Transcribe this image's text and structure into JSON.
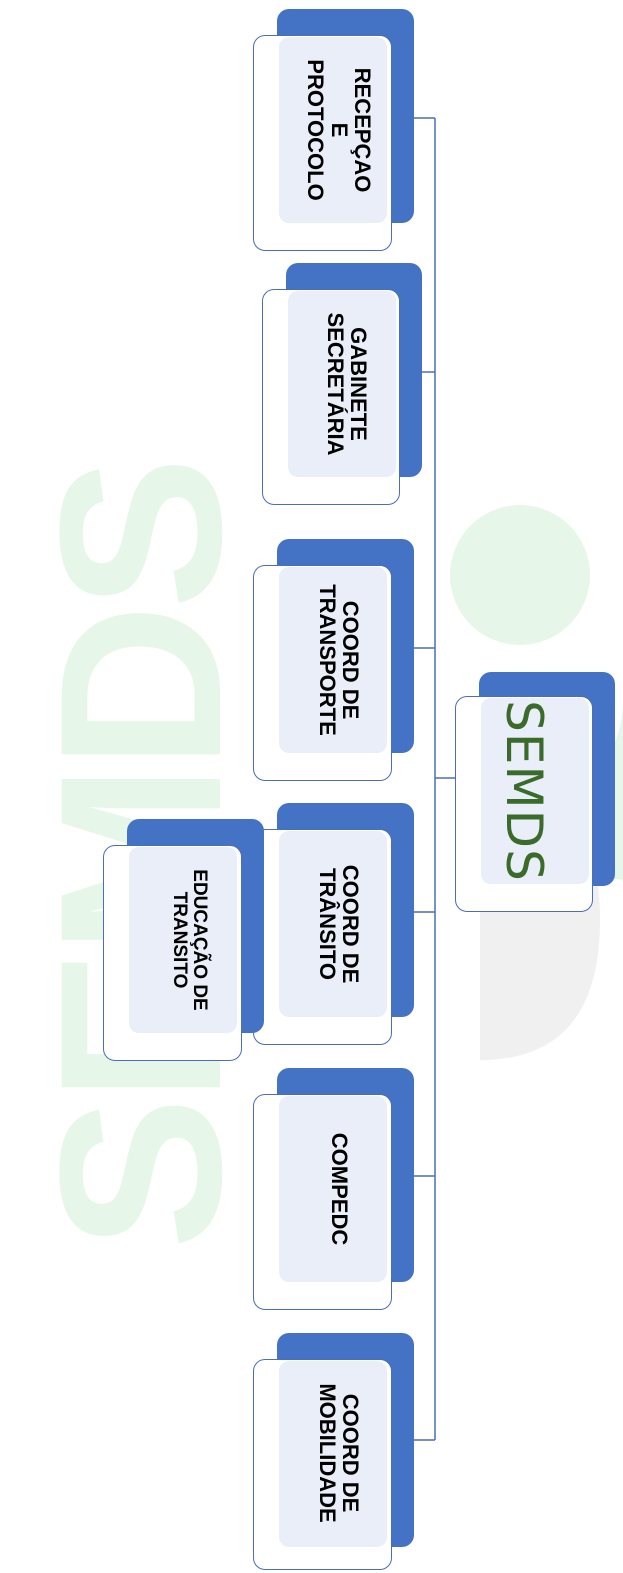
{
  "colors": {
    "node_back": "#4472c4",
    "node_border": "#4a6fb5",
    "node_inner": "#e9eef8",
    "connector": "#4a6fb5",
    "root_text": "#3a6b2a",
    "watermark_green": "#e6f7ea",
    "watermark_blue": "#e8f3fb",
    "watermark_gray": "#f0f0f0"
  },
  "watermark": {
    "letters": [
      "S",
      "E",
      "M",
      "D",
      "S"
    ]
  },
  "root": {
    "label": "SEMDS"
  },
  "nodes": [
    {
      "label": "RECEPÇAO\nE\nPROTOCOLO"
    },
    {
      "label": "GABINETE\nSECRETÁRIA"
    },
    {
      "label": "COORD DE\nTRANSPORTE"
    },
    {
      "label": "COORD DE\nTRÂNSITO"
    },
    {
      "label": "COMPEDC"
    },
    {
      "label": "COORD DE\nMOBILIDADE"
    }
  ],
  "child": {
    "label": "EDUCAÇÃO DE\nTRANSITO"
  }
}
